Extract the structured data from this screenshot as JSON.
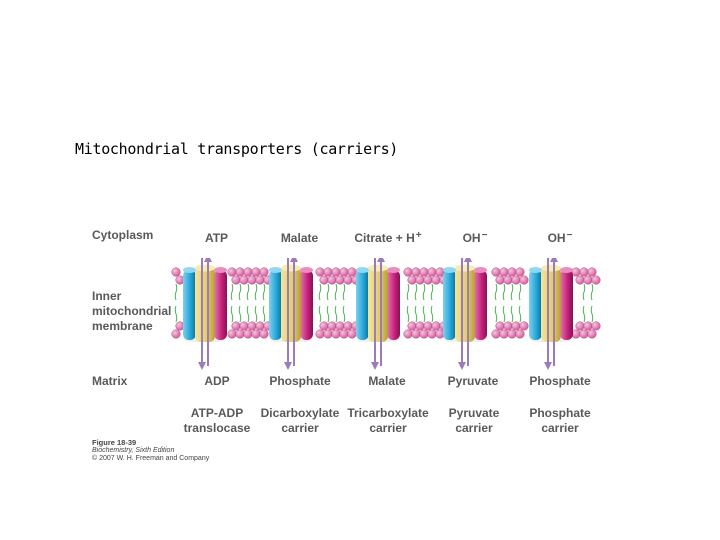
{
  "title": "Mitochondrial transporters (carriers)",
  "compartments": {
    "cytoplasm": "Cytoplasm",
    "membrane_line1": "Inner",
    "membrane_line2": "mitochondrial",
    "membrane_line3": "membrane",
    "matrix": "Matrix"
  },
  "transporters": [
    {
      "top": "ATP",
      "top_sup": "",
      "bottom": "ADP",
      "name_line1": "ATP-ADP",
      "name_line2": "translocase"
    },
    {
      "top": "Malate",
      "top_sup": "",
      "bottom": "Phosphate",
      "name_line1": "Dicarboxylate",
      "name_line2": "carrier"
    },
    {
      "top": "Citrate + H",
      "top_sup": "+",
      "bottom": "Malate",
      "name_line1": "Tricarboxylate",
      "name_line2": "carrier"
    },
    {
      "top": "OH",
      "top_sup": "−",
      "bottom": "Pyruvate",
      "name_line1": "Pyruvate",
      "name_line2": "carrier"
    },
    {
      "top": "OH",
      "top_sup": "−",
      "bottom": "Phosphate",
      "name_line1": "Phosphate",
      "name_line2": "carrier"
    }
  ],
  "caption": {
    "figure": "Figure 18-39",
    "edition": "Biochemistry, Sixth Edition",
    "copyright": "© 2007 W. H. Freeman and Company"
  },
  "colors": {
    "lipid_head": "#d55e9e",
    "lipid_tail": "#4caf50",
    "arrow": "#9b7bb8",
    "cylinder_yellow": "#e2cc6a",
    "cylinder_blue": "#1fa3d6",
    "cylinder_magenta": "#c4207a",
    "label_gray": "#58595b"
  }
}
